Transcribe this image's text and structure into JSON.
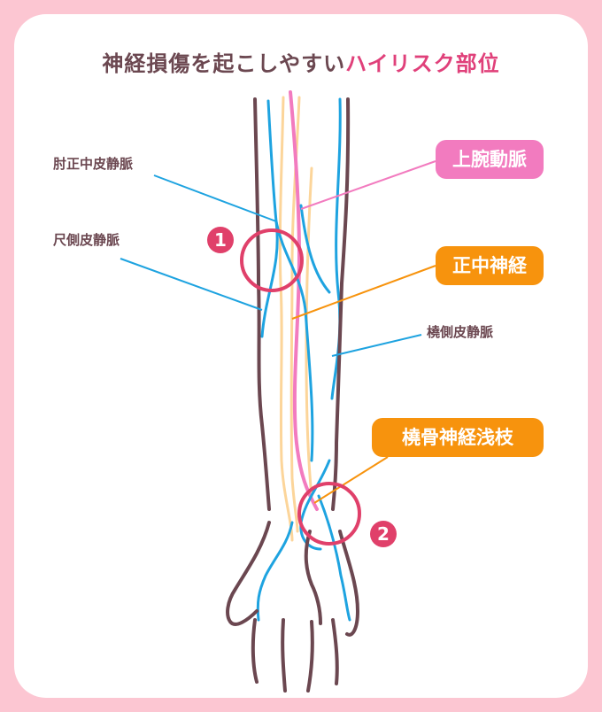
{
  "title": {
    "prefix": "神経損傷を起こしやすい",
    "accent": "ハイリスク部位"
  },
  "labels": {
    "median_cubital_vein": "肘正中皮静脈",
    "basilic_vein": "尺側皮静脈",
    "cephalic_vein": "橈側皮静脈"
  },
  "callouts": {
    "brachial_artery": "上腕動脈",
    "median_nerve": "正中神経",
    "superficial_radial_nerve": "橈骨神経浅枝"
  },
  "markers": {
    "one": "1",
    "two": "2"
  },
  "colors": {
    "background": "#fcc6d2",
    "title_text": "#6b4750",
    "accent": "#e0407a",
    "artery_pink": "#f27bbf",
    "nerve_orange": "#f7930d",
    "vein_blue": "#1ea3e0",
    "outline_brown": "#6b4750"
  }
}
